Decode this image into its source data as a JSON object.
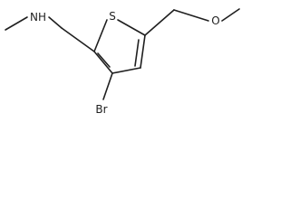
{
  "molecule": {
    "atoms": {
      "amine": "NH",
      "sulfur": "S",
      "ether_oxygen": "O",
      "bromine": "Br"
    }
  }
}
